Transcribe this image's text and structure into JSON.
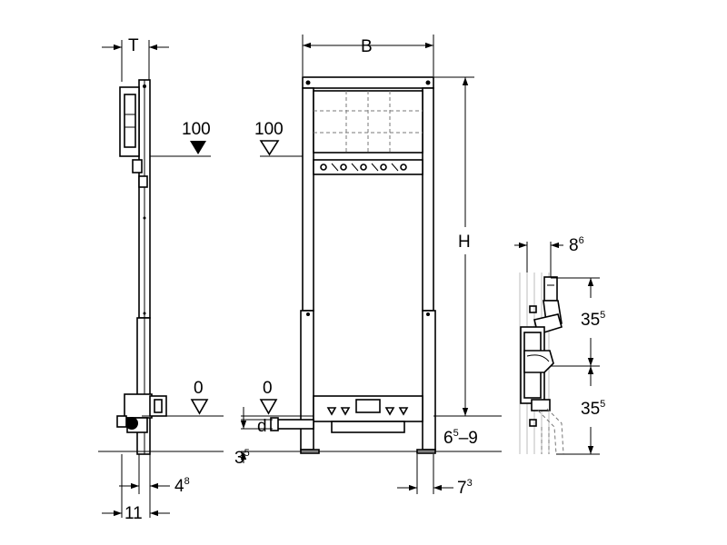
{
  "dims": {
    "T": "T",
    "B": "B",
    "H": "H",
    "d": "d",
    "level_top": "100",
    "level_top_front": "100",
    "level_zero_side": "0",
    "level_zero_front": "0",
    "dim_8": "8",
    "dim_8_sup": "6",
    "dim_35_upper": "35",
    "dim_35_upper_sup": "5",
    "dim_35_lower": "35",
    "dim_35_lower_sup": "5",
    "dim_65_9_base": "6",
    "dim_65_9_sup": "5",
    "dim_65_9_rest": "–9",
    "dim_3": "3",
    "dim_3_sup": "5",
    "dim_4": "4",
    "dim_4_sup": "8",
    "dim_11": "11",
    "dim_7": "7",
    "dim_7_sup": "3"
  }
}
